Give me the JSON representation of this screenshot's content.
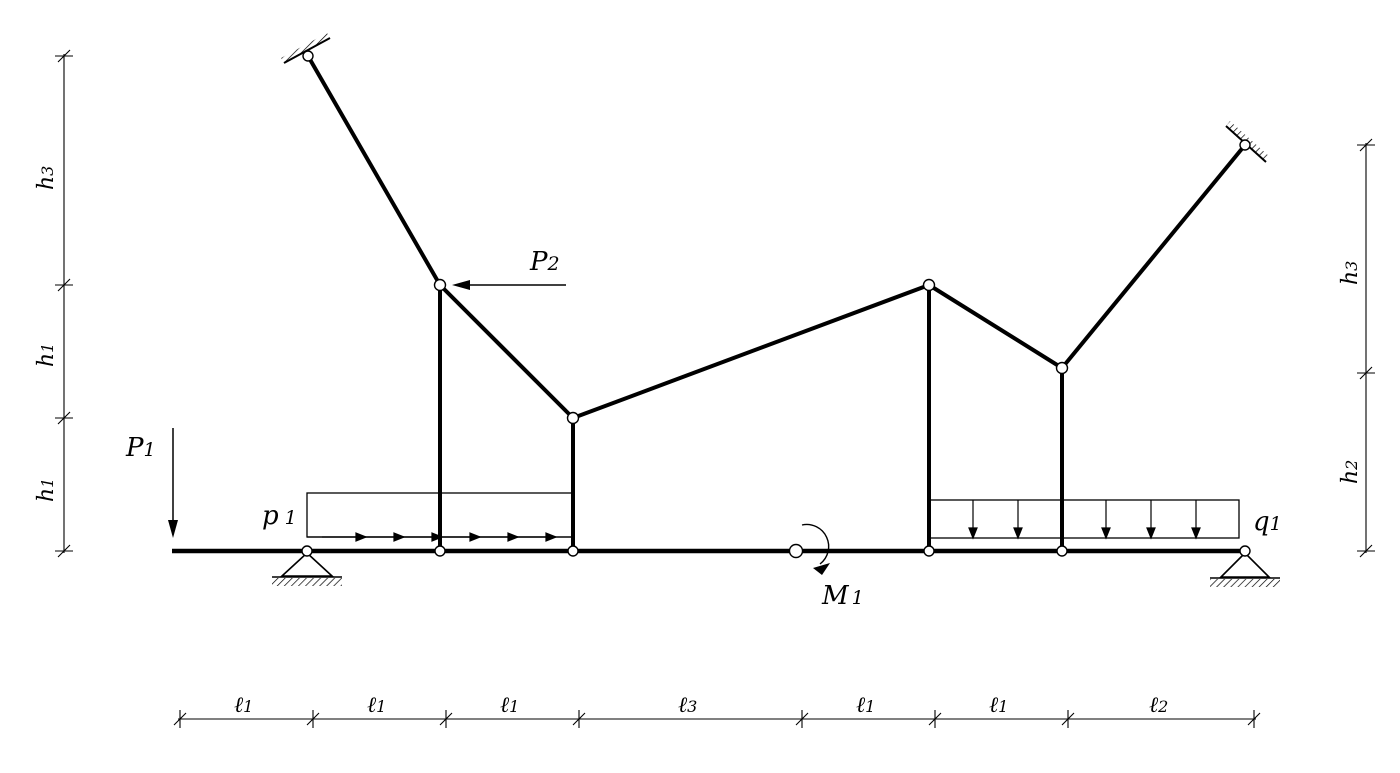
{
  "colors": {
    "ink": "#000000",
    "background": "#ffffff"
  },
  "loads": {
    "P1": {
      "base": "P",
      "sub": "1"
    },
    "P2": {
      "base": "P",
      "sub": "2"
    },
    "M1": {
      "base": "M",
      "sub": "1"
    },
    "p1": {
      "base": "p",
      "sub": "1"
    },
    "q1": {
      "base": "q",
      "sub": "1"
    }
  },
  "dimensions": {
    "bottom": [
      {
        "base": "ℓ",
        "sub": "1"
      },
      {
        "base": "ℓ",
        "sub": "1"
      },
      {
        "base": "ℓ",
        "sub": "1"
      },
      {
        "base": "ℓ",
        "sub": "3"
      },
      {
        "base": "ℓ",
        "sub": "1"
      },
      {
        "base": "ℓ",
        "sub": "1"
      },
      {
        "base": "ℓ",
        "sub": "2"
      }
    ],
    "left": [
      {
        "base": "h",
        "sub": "3"
      },
      {
        "base": "h",
        "sub": "1"
      },
      {
        "base": "h",
        "sub": "1"
      }
    ],
    "right": [
      {
        "base": "h",
        "sub": "3"
      },
      {
        "base": "h",
        "sub": "2"
      }
    ]
  }
}
